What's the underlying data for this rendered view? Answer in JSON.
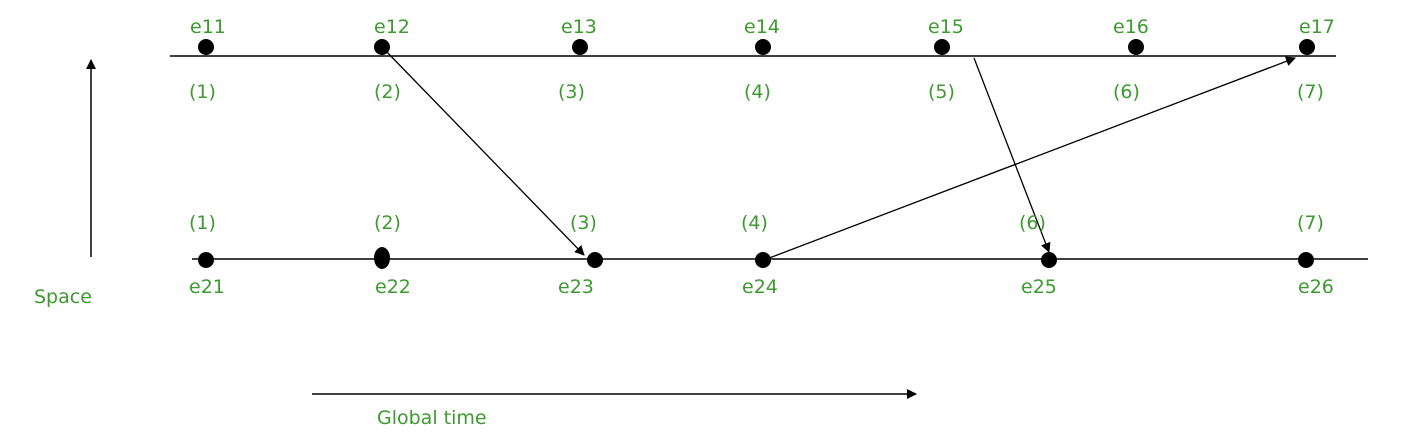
{
  "process1": {
    "events": [
      {
        "name": "e11",
        "clock": "(1)"
      },
      {
        "name": "e12",
        "clock": "(2)"
      },
      {
        "name": "e13",
        "clock": "(3)"
      },
      {
        "name": "e14",
        "clock": "(4)"
      },
      {
        "name": "e15",
        "clock": "(5)"
      },
      {
        "name": "e16",
        "clock": "(6)"
      },
      {
        "name": "e17",
        "clock": "(7)"
      }
    ]
  },
  "process2": {
    "events": [
      {
        "name": "e21",
        "clock": "(1)"
      },
      {
        "name": "e22",
        "clock": "(2)"
      },
      {
        "name": "e23",
        "clock": "(3)"
      },
      {
        "name": "e24",
        "clock": "(4)"
      },
      {
        "name": "e25",
        "clock": "(6)"
      },
      {
        "name": "e26",
        "clock": "(7)"
      }
    ]
  },
  "messages": [
    {
      "from": "e12",
      "to": "e23"
    },
    {
      "from": "e15",
      "to": "e25"
    },
    {
      "from": "e24",
      "to": "e17"
    }
  ],
  "axes": {
    "space_label": "Space",
    "time_label": "Global time"
  },
  "colors": {
    "label": "#3c9a2e",
    "line": "#000000",
    "dot": "#000000"
  }
}
